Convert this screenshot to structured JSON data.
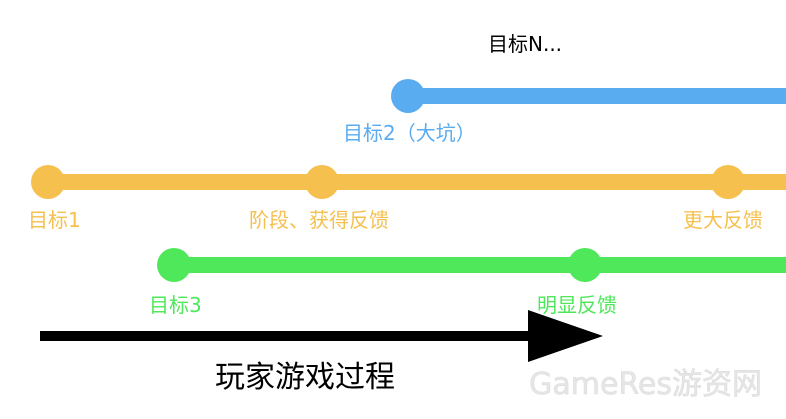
{
  "title_top": "目标N...",
  "lines": [
    {
      "id": "blue",
      "color": "#5aacf0",
      "points": [
        {
          "label": "目标2（大坑）"
        }
      ]
    },
    {
      "id": "orange",
      "color": "#f5c04e",
      "points": [
        {
          "label": "目标1"
        },
        {
          "label": "阶段、获得反馈"
        },
        {
          "label": "更大反馈"
        }
      ]
    },
    {
      "id": "green",
      "color": "#4ee85a",
      "points": [
        {
          "label": "目标3"
        },
        {
          "label": "明显反馈"
        }
      ]
    }
  ],
  "arrow": {
    "label": "玩家游戏过程",
    "color": "#000000"
  },
  "watermark": "GameRes游资网"
}
